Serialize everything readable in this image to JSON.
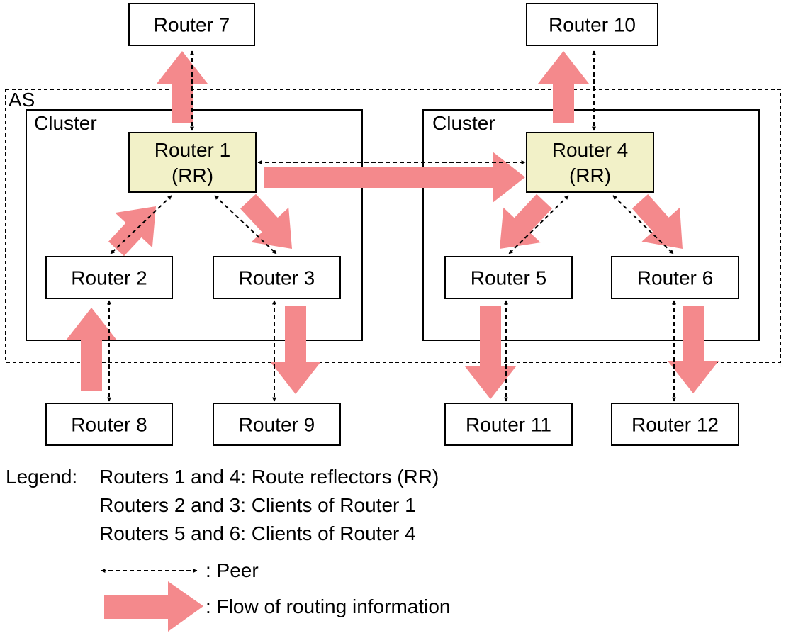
{
  "as_label": "AS",
  "cluster_left_label": "Cluster",
  "cluster_right_label": "Cluster",
  "routers": {
    "r1": [
      "Router 1",
      "(RR)"
    ],
    "r2": [
      "Router 2"
    ],
    "r3": [
      "Router 3"
    ],
    "r4": [
      "Router 4",
      "(RR)"
    ],
    "r5": [
      "Router 5"
    ],
    "r6": [
      "Router 6"
    ],
    "r7": [
      "Router 7"
    ],
    "r8": [
      "Router 8"
    ],
    "r9": [
      "Router 9"
    ],
    "r10": [
      "Router 10"
    ],
    "r11": [
      "Router 11"
    ],
    "r12": [
      "Router 12"
    ]
  },
  "legend": {
    "title": "Legend:",
    "lines": [
      "Routers 1 and 4: Route reflectors (RR)",
      "Routers 2 and 3: Clients of Router 1",
      "Routers 5 and 6: Clients of Router 4"
    ],
    "peer_label": ": Peer",
    "flow_label": ": Flow of routing information"
  },
  "colors": {
    "rr_fill": "#f2f1c8",
    "flow_arrow": "#f4898c",
    "line": "#000000",
    "background": "#ffffff"
  }
}
